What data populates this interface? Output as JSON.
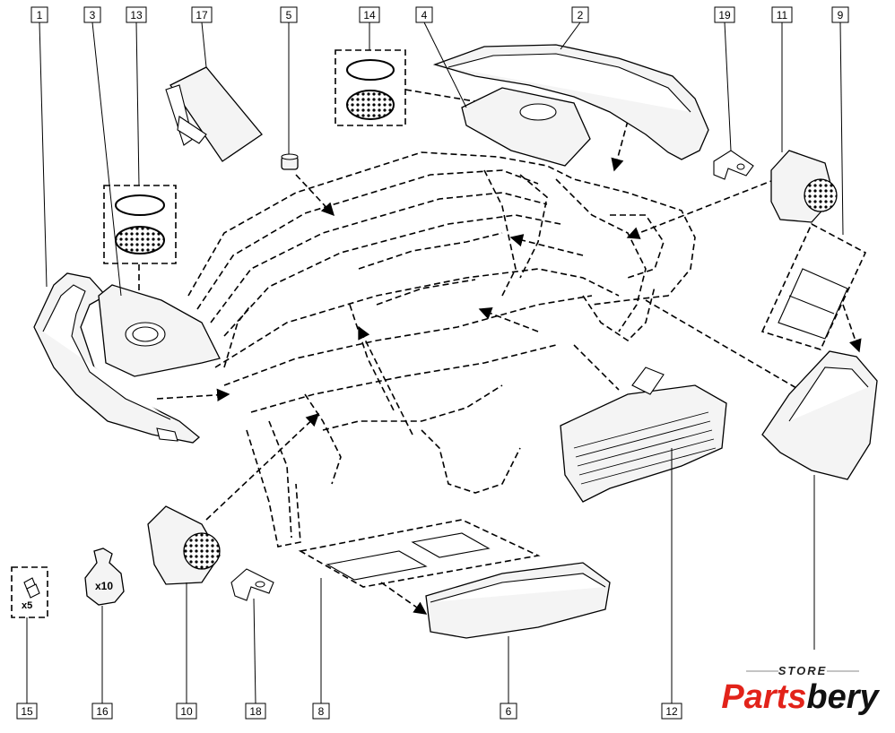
{
  "diagram": {
    "title": "Dashboard assembly exploded parts diagram",
    "callouts": [
      {
        "id": "c1",
        "label": "1"
      },
      {
        "id": "c3",
        "label": "3"
      },
      {
        "id": "c13",
        "label": "13"
      },
      {
        "id": "c17",
        "label": "17"
      },
      {
        "id": "c5",
        "label": "5"
      },
      {
        "id": "c14",
        "label": "14"
      },
      {
        "id": "c4",
        "label": "4"
      },
      {
        "id": "c2",
        "label": "2"
      },
      {
        "id": "c19",
        "label": "19"
      },
      {
        "id": "c11",
        "label": "11"
      },
      {
        "id": "c9",
        "label": "9"
      },
      {
        "id": "c15",
        "label": "15"
      },
      {
        "id": "c16",
        "label": "16"
      },
      {
        "id": "c10",
        "label": "10"
      },
      {
        "id": "c18",
        "label": "18"
      },
      {
        "id": "c8",
        "label": "8"
      },
      {
        "id": "c6",
        "label": "6"
      },
      {
        "id": "c12",
        "label": "12"
      }
    ],
    "part15_qty": "x5",
    "part16_qty": "x10"
  },
  "logo": {
    "store": "STORE",
    "name_a": "Parts",
    "name_b": "bery",
    "color_a": "#e2231a",
    "color_b": "#111111"
  }
}
